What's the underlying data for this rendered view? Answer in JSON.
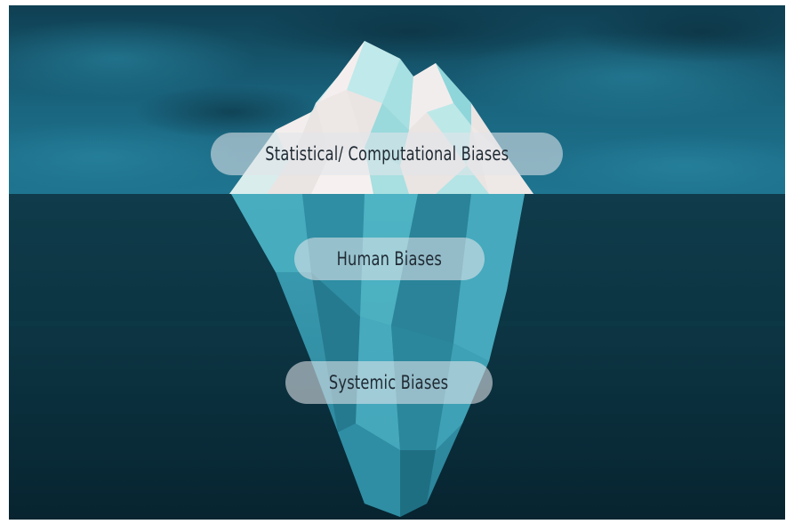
{
  "diagram": {
    "levels": [
      {
        "label": "Statistical/ Computational Biases"
      },
      {
        "label": "Human Biases"
      },
      {
        "label": "Systemic Biases"
      }
    ]
  },
  "colors": {
    "sky_top": "#0f3f52",
    "sky_mid": "#1a6680",
    "water_top": "#0f3b4a",
    "water_bottom": "#082733",
    "ice_light": "#f1ecea",
    "ice_cyan": "#9fe0e0",
    "ice_under": "#3a9fb3",
    "ice_under_dark": "#226f84",
    "pill_bg": "#e1e6ea",
    "pill_text": "#1f2a33"
  }
}
